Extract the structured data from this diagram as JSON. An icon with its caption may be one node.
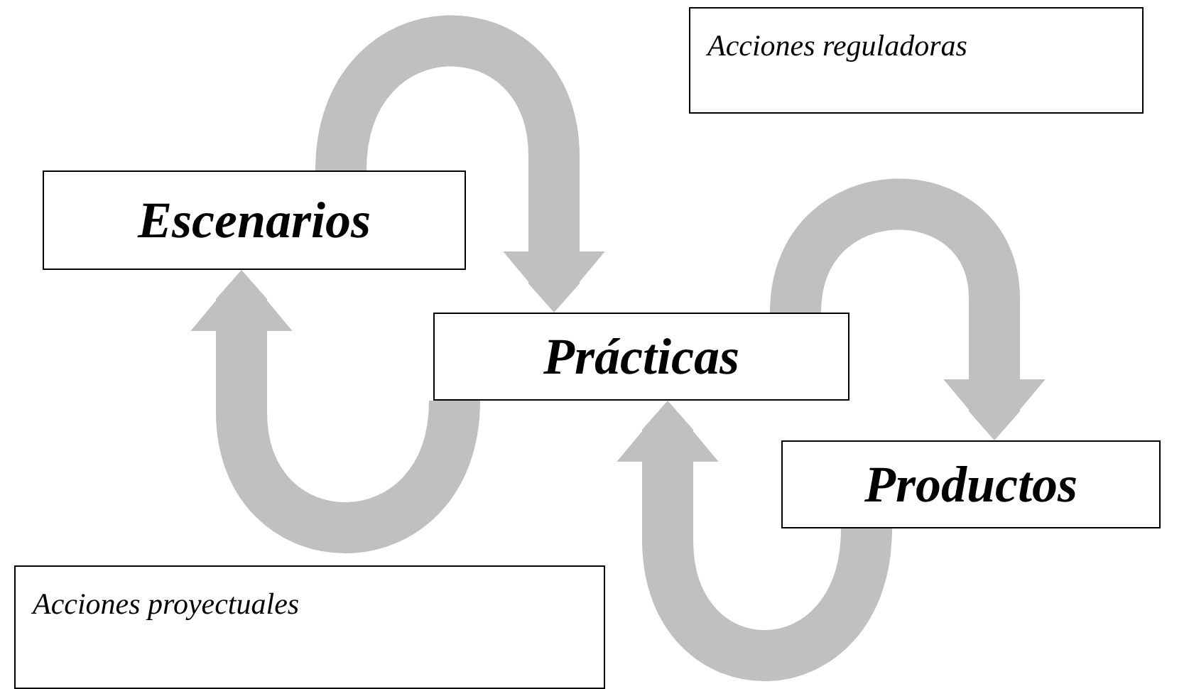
{
  "diagram": {
    "nodes": [
      {
        "text": [
          "Acciones reguladoras"
        ]
      },
      {
        "text": [
          "Escenarios"
        ]
      },
      {
        "text": [
          "Prácticas"
        ]
      },
      {
        "text": [
          "Productos"
        ]
      },
      {
        "text": [
          "Acciones proyectuales"
        ]
      }
    ],
    "edges": [
      {
        "from": 1,
        "to": 2,
        "arrow": "to"
      },
      {
        "from": 2,
        "to": 3,
        "arrow": "to"
      },
      {
        "from": 3,
        "to": 2,
        "arrow": "to"
      },
      {
        "from": 2,
        "to": 1,
        "arrow": "to"
      }
    ]
  }
}
